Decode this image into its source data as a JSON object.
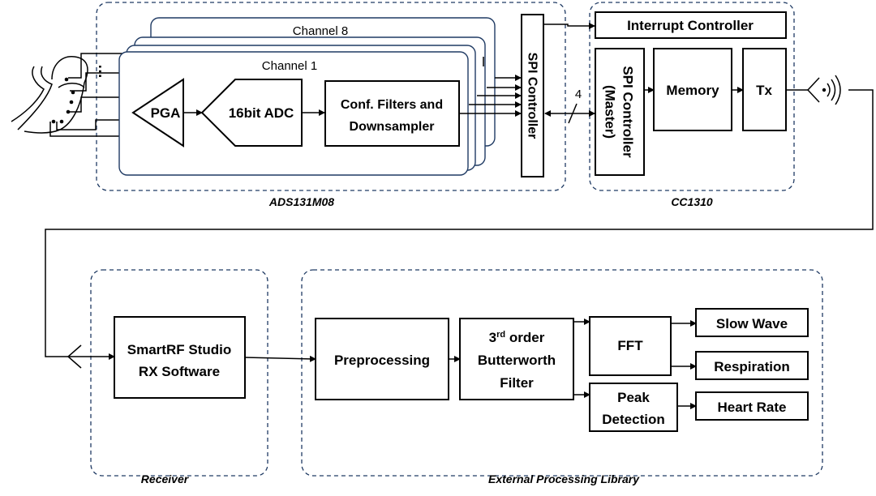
{
  "groups": {
    "ads": "ADS131M08",
    "cc1310": "CC1310",
    "receiver": "Receiver",
    "external": "External Processing Library"
  },
  "adc": {
    "channel_top": "Channel 8",
    "channel_front": "Channel 1",
    "ellipsis": "…",
    "pga": "PGA",
    "adc": "16bit ADC",
    "filters_line1": "Conf. Filters and",
    "filters_line2": "Downsampler",
    "spi": "SPI Controller"
  },
  "bus_width": "4",
  "mcu": {
    "interrupt": "Interrupt Controller",
    "spi_master_line1": "SPI Controller",
    "spi_master_line2": "(Master)",
    "memory": "Memory",
    "tx": "Tx"
  },
  "receiver": {
    "line1": "SmartRF Studio",
    "line2": "RX Software"
  },
  "processing": {
    "preprocessing": "Preprocessing",
    "butter_order": "3",
    "butter_sup": "rd",
    "butter_line1_rest": " order",
    "butter_line2": "Butterworth",
    "butter_line3": "Filter",
    "fft": "FFT",
    "peak_line1": "Peak",
    "peak_line2": "Detection",
    "slow_wave": "Slow Wave",
    "respiration": "Respiration",
    "heart_rate": "Heart Rate"
  }
}
